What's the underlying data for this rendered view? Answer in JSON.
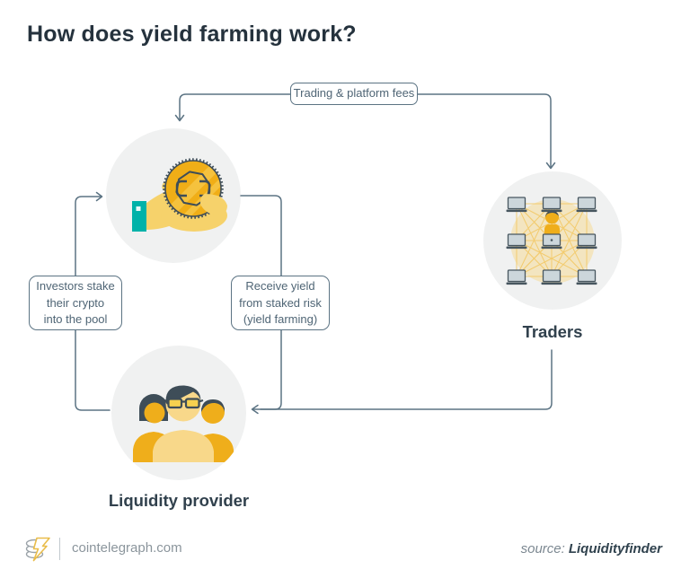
{
  "title": "How does yield farming work?",
  "diagram": {
    "fee_box": {
      "label": "Trading & platform fees"
    },
    "stake_box": {
      "lines": [
        "Investors stake",
        "their crypto",
        "into the pool"
      ]
    },
    "yield_box": {
      "lines": [
        "Receive yield",
        "from staked risk",
        "(yield farming)"
      ]
    },
    "traders": {
      "label": "Traders"
    },
    "provider": {
      "label": "Liquidity provider"
    }
  },
  "footer": {
    "site": "cointelegraph.com",
    "source_prefix": "source:",
    "source_name": "Liquidityfinder"
  },
  "colors": {
    "accent_yellow": "#efae1b",
    "light_yellow": "#f6d26b",
    "teal": "#00b2a9",
    "line_slate": "#5b7383",
    "dark_text": "#25323d",
    "circle_bg": "#f0f1f1",
    "network_yellow": "#f2c75f"
  }
}
